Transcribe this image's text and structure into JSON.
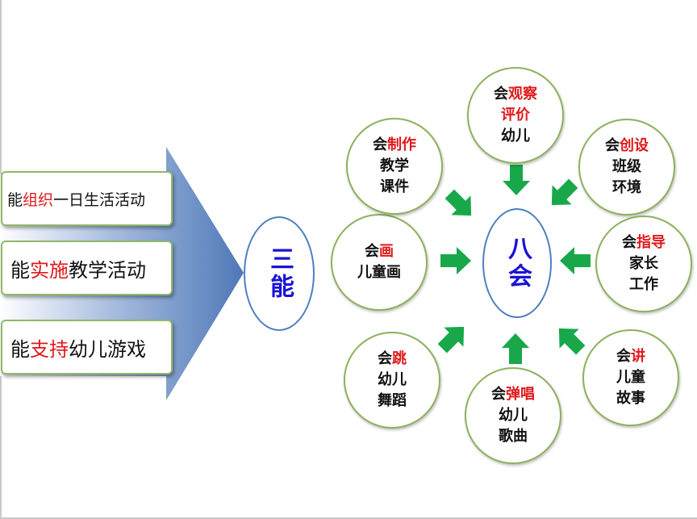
{
  "colors": {
    "keyword_red": "#e0191b",
    "center_blue": "#1a12d6",
    "circle_border": "#8db15e",
    "box_border": "#8fb86a",
    "arrow_green": "#18a84a",
    "big_arrow_blue": "#5b82c0"
  },
  "skills": [
    {
      "prefix": "能",
      "keyword": "组织",
      "rest": "一日生活活动"
    },
    {
      "prefix": "能",
      "keyword": "实施",
      "rest": "教学活动"
    },
    {
      "prefix": "能",
      "keyword": "支持",
      "rest": "幼儿游戏"
    }
  ],
  "center_left": "三能",
  "center_right": "八会",
  "abilities": [
    {
      "pre": "会",
      "kw": "观察",
      "line2_kw": "评价",
      "line2": "",
      "line3": "幼儿"
    },
    {
      "pre": "会",
      "kw": "创设",
      "line2_kw": "",
      "line2": "班级",
      "line3": "环境"
    },
    {
      "pre": "会",
      "kw": "指导",
      "line2_kw": "",
      "line2": "家长",
      "line3": "工作"
    },
    {
      "pre": "会",
      "kw": "讲",
      "line2_kw": "",
      "line2": "儿童",
      "line3": "故事"
    },
    {
      "pre": "会",
      "kw": "弹唱",
      "line2_kw": "",
      "line2": "幼儿",
      "line3": "歌曲"
    },
    {
      "pre": "会",
      "kw": "跳",
      "line2_kw": "",
      "line2": "幼儿",
      "line3": "舞蹈"
    },
    {
      "pre": "会",
      "kw": "画",
      "line2_kw": "",
      "line2": "儿童画",
      "line3": ""
    },
    {
      "pre": "会",
      "kw": "制作",
      "line2_kw": "",
      "line2": "教学",
      "line3": "课件"
    }
  ]
}
